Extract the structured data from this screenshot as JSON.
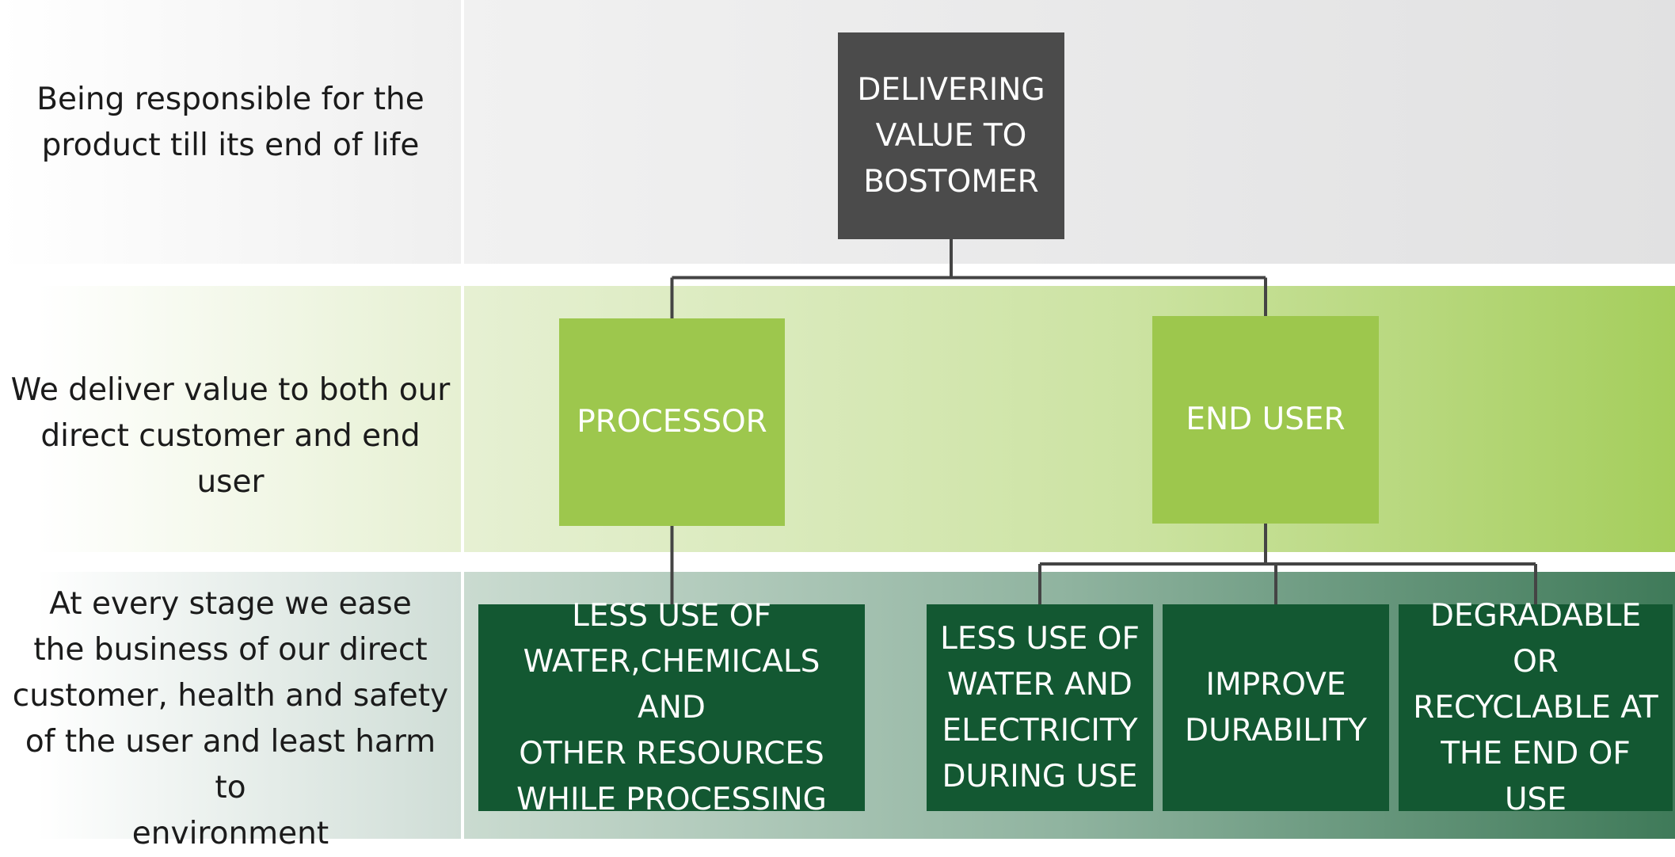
{
  "rows": [
    {
      "label_lines": [
        "Being responsible for the",
        "product till its end of life"
      ]
    },
    {
      "label_lines": [
        "We deliver value to both our",
        "direct customer and end user"
      ]
    },
    {
      "label_lines": [
        "At every stage we ease",
        "the business of our direct",
        "customer, health and safety",
        "of the user and least harm to",
        "environment"
      ]
    }
  ],
  "nodes": {
    "root": {
      "lines": [
        "DELIVERING",
        "VALUE TO",
        "BOSTOMER"
      ]
    },
    "processor": {
      "lines": [
        "PROCESSOR"
      ]
    },
    "end_user": {
      "lines": [
        "END USER"
      ]
    },
    "leaf_processing": {
      "lines": [
        "LESS USE OF",
        "WATER,CHEMICALS AND",
        "OTHER RESOURCES",
        "WHILE PROCESSING"
      ]
    },
    "leaf_use": {
      "lines": [
        "LESS USE OF",
        "WATER AND",
        "ELECTRICITY",
        "DURING USE"
      ]
    },
    "leaf_durability": {
      "lines": [
        "IMPROVE",
        "DURABILITY"
      ]
    },
    "leaf_end_of_use": {
      "lines": [
        "DEGRADABLE OR",
        "RECYCLABLE AT",
        "THE END OF USE"
      ]
    }
  },
  "edges": [
    {
      "from": "root",
      "to": "processor"
    },
    {
      "from": "root",
      "to": "end_user"
    },
    {
      "from": "processor",
      "to": "leaf_processing"
    },
    {
      "from": "end_user",
      "to": "leaf_use"
    },
    {
      "from": "end_user",
      "to": "leaf_durability"
    },
    {
      "from": "end_user",
      "to": "leaf_end_of_use"
    }
  ],
  "colors": {
    "root_box": "#4b4b4b",
    "mid_box": "#9dc74d",
    "leaf_box": "#135832",
    "connector": "#444444"
  }
}
